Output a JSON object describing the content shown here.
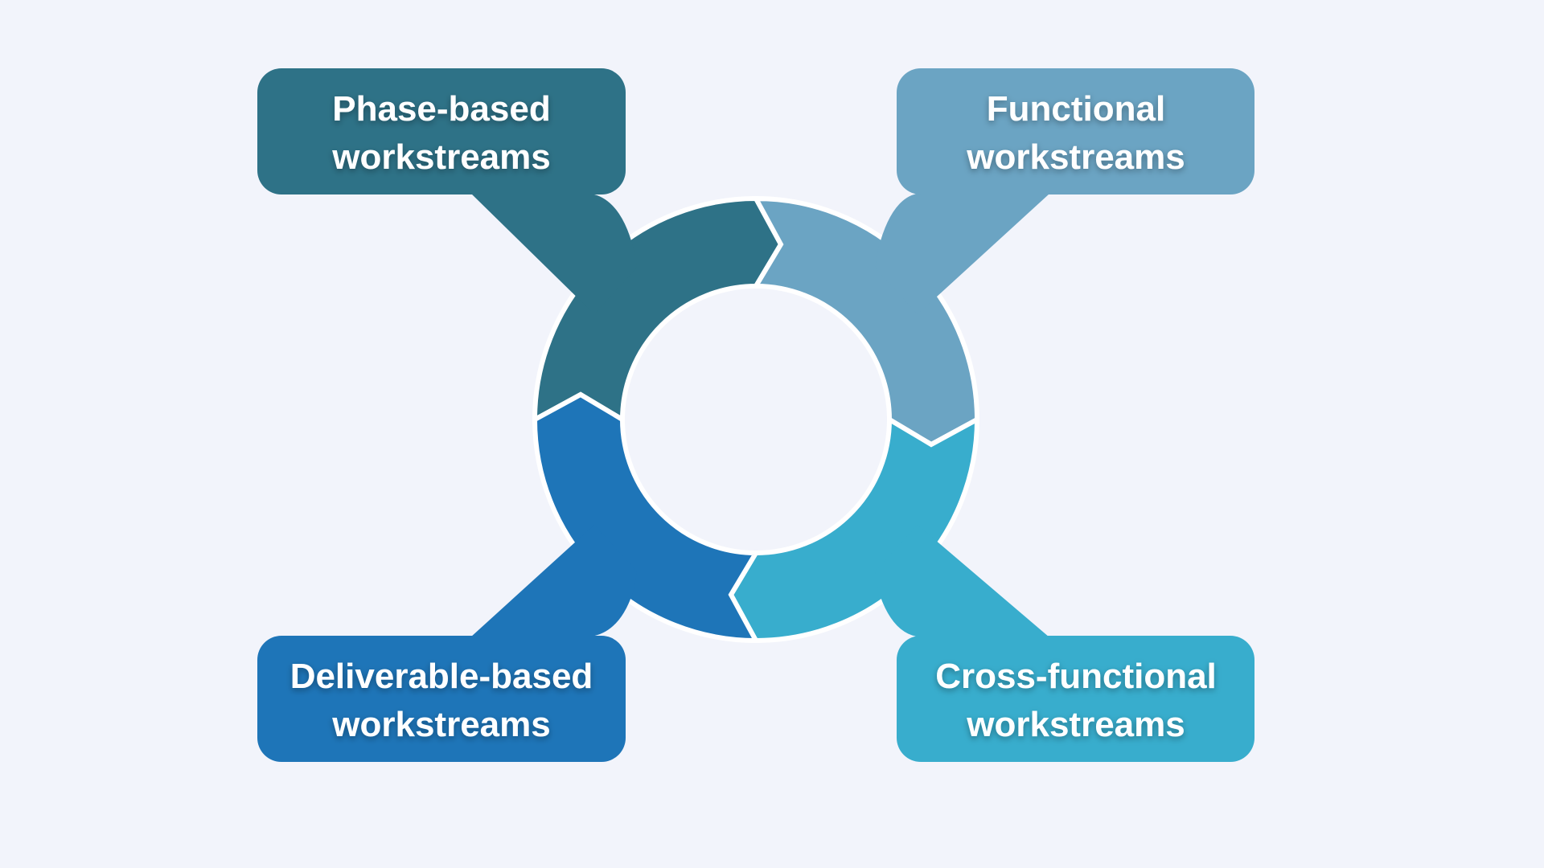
{
  "canvas": {
    "background": "#F2F4FB",
    "gap_color": "#FFFFFF",
    "text_color": "#FFFFFF"
  },
  "diagram": {
    "type": "cycle-with-callouts",
    "direction": "clockwise",
    "items": [
      {
        "position": "top-left",
        "label_line1": "Phase-based",
        "label_line2": "workstreams",
        "color": "#2E7287"
      },
      {
        "position": "top-right",
        "label_line1": "Functional",
        "label_line2": "workstreams",
        "color": "#6BA4C3"
      },
      {
        "position": "bottom-right",
        "label_line1": "Cross-functional",
        "label_line2": "workstreams",
        "color": "#38ADCD"
      },
      {
        "position": "bottom-left",
        "label_line1": "Deliverable-based",
        "label_line2": "workstreams",
        "color": "#1E75B8"
      }
    ]
  }
}
